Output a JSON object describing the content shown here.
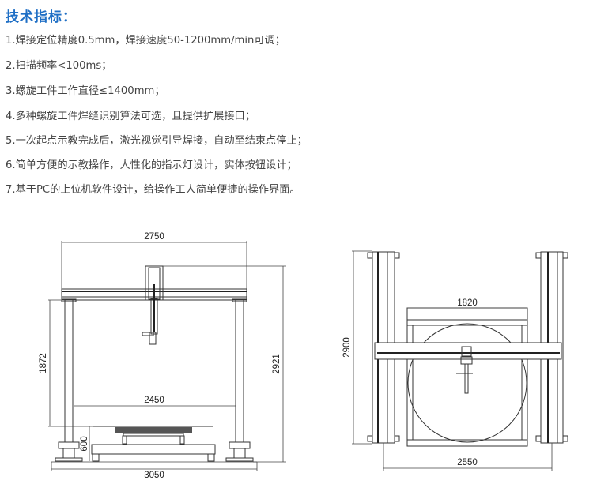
{
  "heading": "技术指标：",
  "specs": [
    "1.焊接定位精度0.5mm，焊接速度50-1200mm/min可调；",
    "2.扫描频率<100ms；",
    "3.螺旋工件工作直径≤1400mm；",
    "4.多种螺旋工件焊缝识别算法可选，且提供扩展接口；",
    "5.一次起点示教完成后，激光视觉引导焊接，自动至结束点停止；",
    "6.简单方便的示教操作，人性化的指示灯设计，实体按钮设计；",
    "7.基于PC的上位机软件设计，给操作工人简单便捷的操作界面。"
  ],
  "front_view": {
    "width_top": "2750",
    "leg_height": "1872",
    "total_height": "2921",
    "inner_width": "2450",
    "table_height": "600",
    "base_width": "3050"
  },
  "top_view": {
    "length": "2900",
    "table_width": "1820",
    "rail_span": "2550"
  },
  "colors": {
    "heading": "#1f6fc5",
    "text": "#444444"
  }
}
